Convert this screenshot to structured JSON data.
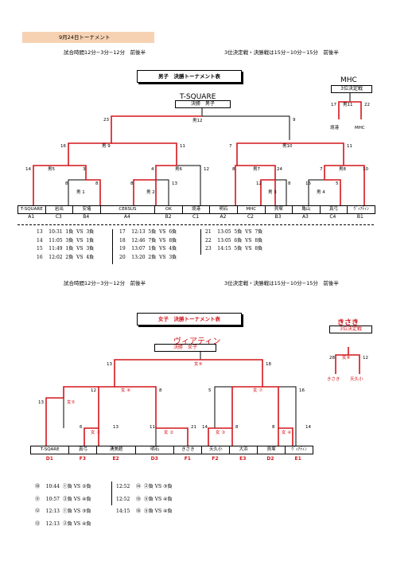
{
  "header": {
    "banner": "9月24日トーナメント"
  },
  "men": {
    "time_rule": "試合時間12分−3分−12分　前後半",
    "final_rule": "3位決定戦・決勝戦は15分−10分−15分　前後半",
    "title": "男子　決勝トーナメント表",
    "winner": "T-SQUARE",
    "final_label": "決勝　男子",
    "nodes": {
      "m12": "男12",
      "m9": "男 9",
      "m10": "男10",
      "m5": "男5",
      "m6": "男6",
      "m7": "男7",
      "m8": "男8",
      "m1": "男 1",
      "m2": "男 2",
      "m3": "男 3",
      "m4": "男 4"
    },
    "scores": [
      "23",
      "9",
      "16",
      "11",
      "7",
      "11",
      "14",
      "3",
      "4",
      "12",
      "8",
      "24",
      "7",
      "10",
      "8",
      "8",
      "8",
      "13",
      "12",
      "8",
      "15",
      "5"
    ],
    "teams": [
      "T-SQUARE",
      "岩出",
      "安堵",
      "CERSUS",
      "OK",
      "境港",
      "明石",
      "MHC",
      "貝塚",
      "亀山",
      "真弓",
      "ｳﾞｨｱﾃｨﾝ"
    ],
    "codes": [
      "A1",
      "C3",
      "B4",
      "A4",
      "B2",
      "C1",
      "A2",
      "C2",
      "B3",
      "A3",
      "C4",
      "B1"
    ],
    "third": {
      "winner": "MHC",
      "label": "3位決定戦",
      "node": "男11",
      "left_score": "17",
      "right_score": "22",
      "left_team": "境港",
      "right_team": "MHC"
    },
    "schedule": [
      [
        "13",
        "10:31",
        "1負",
        "VS",
        "3負"
      ],
      [
        "14",
        "11:05",
        "3負",
        "VS",
        "1負"
      ],
      [
        "15",
        "11:49",
        "1負",
        "VS",
        "3負"
      ],
      [
        "16",
        "12:02",
        "2負",
        "VS",
        "4負"
      ],
      [
        "17",
        "12:13",
        "5負",
        "VS",
        "6負"
      ],
      [
        "18",
        "12:46",
        "7負",
        "VS",
        "8負"
      ],
      [
        "19",
        "13:07",
        "1負",
        "VS",
        "4負"
      ],
      [
        "20",
        "13:20",
        "2負",
        "VS",
        "3負"
      ],
      [
        "21",
        "13:05",
        "5負",
        "VS",
        "7負"
      ],
      [
        "22",
        "13:05",
        "6負",
        "VS",
        "8負"
      ],
      [
        "23",
        "14:15",
        "5負",
        "VS",
        "8負"
      ]
    ]
  },
  "women": {
    "time_rule": "試合時間12分−3分−12分　前後半",
    "final_rule": "3位決定戦・決勝戦は15分−10分−15分　前後半",
    "title": "女子　決勝トーナメント表",
    "winner": "ヴィアティン",
    "final_label": "決勝　女子",
    "nodes": {
      "w9": "女⑨",
      "w6": "女 ⑥",
      "w7": "女 ⑦",
      "w5": "女⑤",
      "w1": "女 ①",
      "w2": "女 ②",
      "w3": "女 ③",
      "w4": "女 ④"
    },
    "scores": [
      "13",
      "18",
      "12",
      "8",
      "5",
      "16",
      "13",
      "6",
      "13",
      "11",
      "21",
      "14",
      "8",
      "8",
      "14"
    ],
    "teams": [
      "T-SQARE",
      "真弓",
      "湧美館",
      "明石",
      "きさき",
      "天久小",
      "大浜",
      "貝塚",
      "ｳﾞｨｱﾃｨﾝ"
    ],
    "codes": [
      "D1",
      "F3",
      "E2",
      "D3",
      "F1",
      "F2",
      "E3",
      "D2",
      "E1"
    ],
    "third": {
      "winner": "きさき",
      "label": "3位決定戦",
      "node": "女⑧",
      "left_score": "28",
      "right_score": "12",
      "left_team": "きさき",
      "right_team": "天久小"
    },
    "schedule": [
      [
        "⑩",
        "10:44",
        "①負",
        "VS",
        "②負"
      ],
      [
        "⑪",
        "10:57",
        "③負",
        "VS",
        "④負"
      ],
      [
        "⑫",
        "12:13",
        "①負",
        "VS",
        "③負"
      ],
      [
        "⑬",
        "12:13",
        "②負",
        "VS",
        "④負"
      ],
      [
        "",
        "12:52",
        "⑭",
        "②負",
        "VS",
        "③負"
      ],
      [
        "",
        "12:52",
        "⑮",
        "⑤負",
        "VS",
        "④負"
      ],
      [
        "",
        "14:15",
        "⑯",
        "⑤負",
        "VS",
        "④負"
      ]
    ]
  }
}
